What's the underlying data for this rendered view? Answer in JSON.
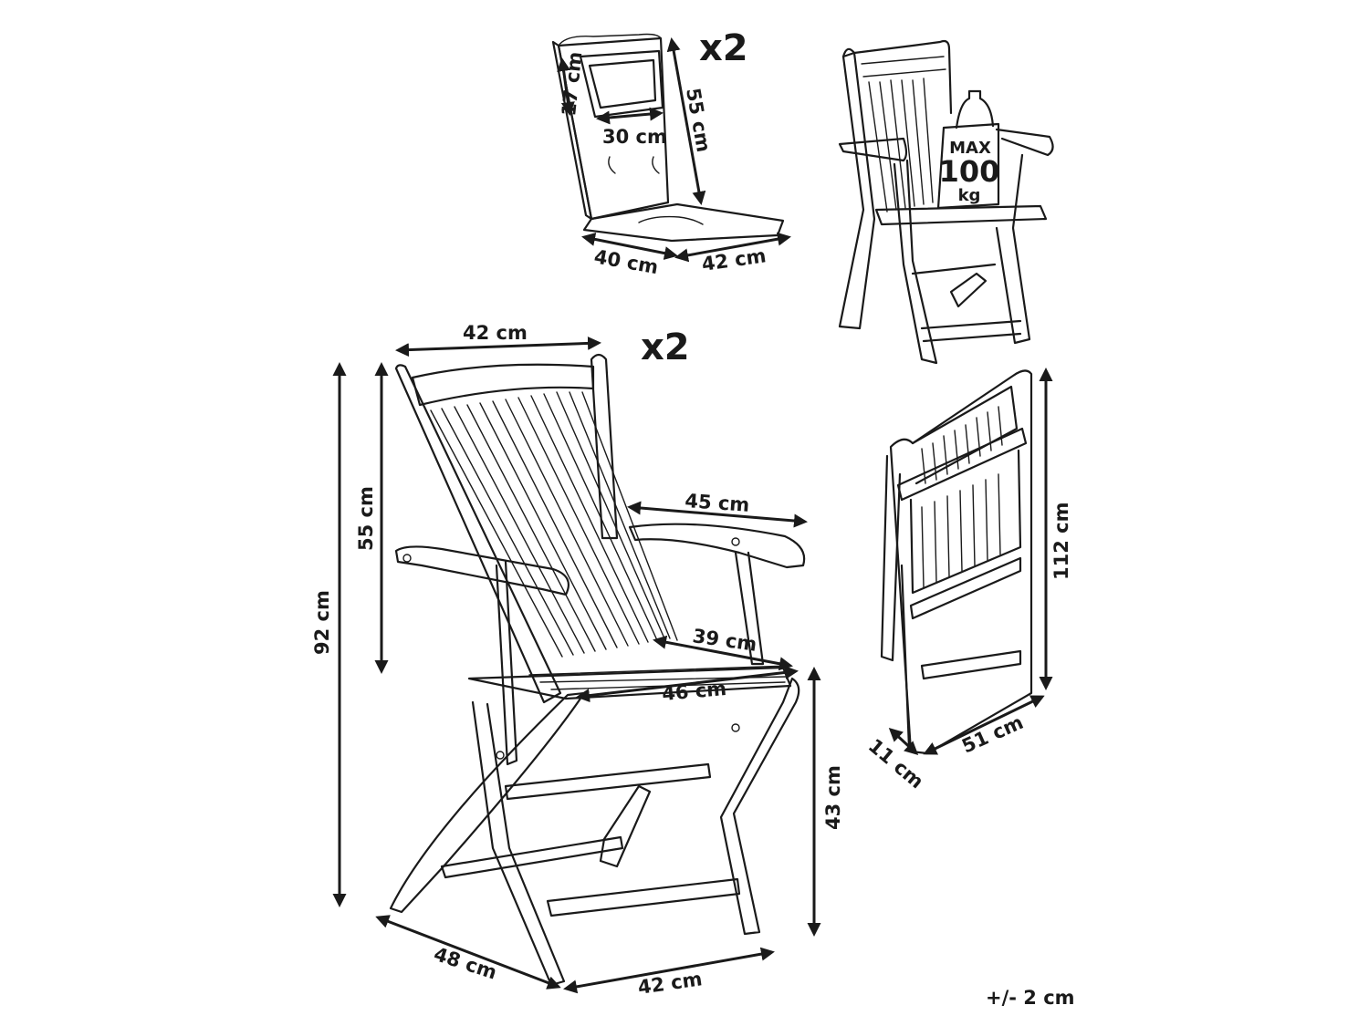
{
  "cushion": {
    "quantity": "x2",
    "pillow_height": "17 cm",
    "pillow_width": "30 cm",
    "back_height": "55 cm",
    "seat_depth": "40 cm",
    "seat_width": "42 cm"
  },
  "load_badge": {
    "line1": "MAX",
    "line2": "100",
    "line3": "kg"
  },
  "chair": {
    "quantity": "x2",
    "back_width": "42 cm",
    "total_height": "92 cm",
    "back_height": "55 cm",
    "armrest_depth": "45 cm",
    "seat_depth": "39 cm",
    "seat_width": "46 cm",
    "seat_height": "43 cm",
    "base_depth": "48 cm",
    "base_width": "42 cm"
  },
  "folded": {
    "height": "112 cm",
    "thickness": "11 cm",
    "width": "51 cm"
  },
  "tolerance": "+/- 2 cm"
}
